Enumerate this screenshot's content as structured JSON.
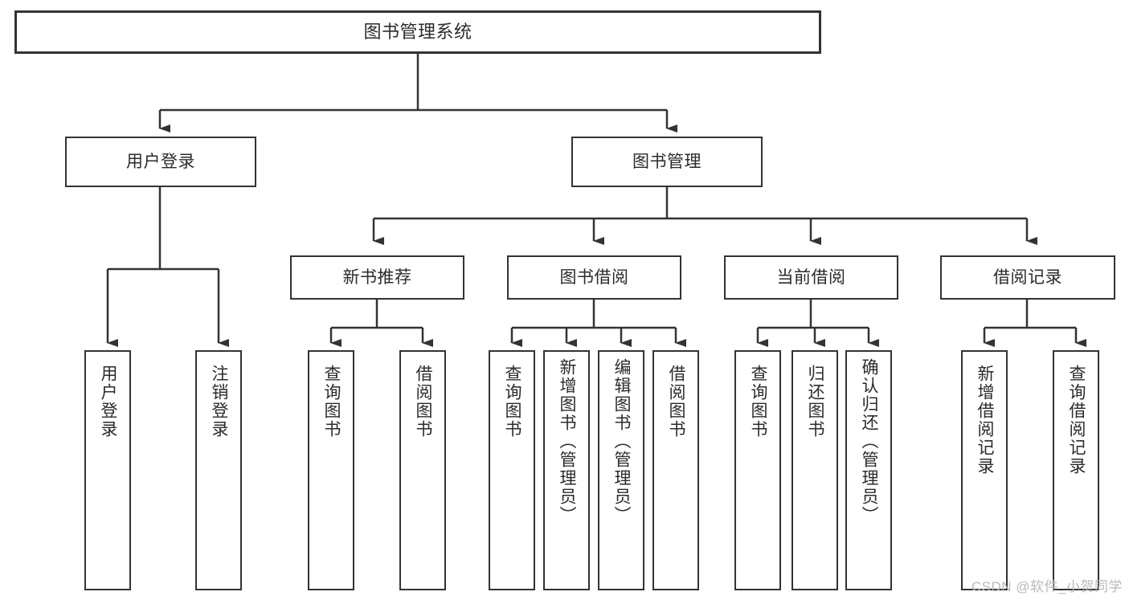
{
  "diagram": {
    "title": "图书管理系统",
    "watermark": "CSDN @软件_小贺同学",
    "colors": {
      "stroke": "#333333",
      "text": "#2b2b2b",
      "background": "#ffffff",
      "watermark": "#b9b9b9"
    },
    "nodes": {
      "root": {
        "label": "图书管理系统"
      },
      "level2": [
        {
          "label": "用户登录"
        },
        {
          "label": "图书管理"
        }
      ],
      "level3": [
        {
          "label": "新书推荐"
        },
        {
          "label": "图书借阅"
        },
        {
          "label": "当前借阅"
        },
        {
          "label": "借阅记录"
        }
      ],
      "leaves": [
        {
          "label": "用户登录"
        },
        {
          "label": "注销登录"
        },
        {
          "label": "查询图书"
        },
        {
          "label": "借阅图书"
        },
        {
          "label": "查询图书"
        },
        {
          "label": "新增图书（管理员）"
        },
        {
          "label": "编辑图书（管理员）"
        },
        {
          "label": "借阅图书"
        },
        {
          "label": "查询图书"
        },
        {
          "label": "归还图书"
        },
        {
          "label": "确认归还（管理员）"
        },
        {
          "label": "新增借阅记录"
        },
        {
          "label": "查询借阅记录"
        }
      ]
    },
    "tree": {
      "图书管理系统": [
        "用户登录",
        "图书管理"
      ],
      "用户登录": [
        "用户登录",
        "注销登录"
      ],
      "图书管理": [
        "新书推荐",
        "图书借阅",
        "当前借阅",
        "借阅记录"
      ],
      "新书推荐": [
        "查询图书",
        "借阅图书"
      ],
      "图书借阅": [
        "查询图书",
        "新增图书（管理员）",
        "编辑图书（管理员）",
        "借阅图书"
      ],
      "当前借阅": [
        "查询图书",
        "归还图书",
        "确认归还（管理员）"
      ],
      "借阅记录": [
        "新增借阅记录",
        "查询借阅记录"
      ]
    }
  }
}
